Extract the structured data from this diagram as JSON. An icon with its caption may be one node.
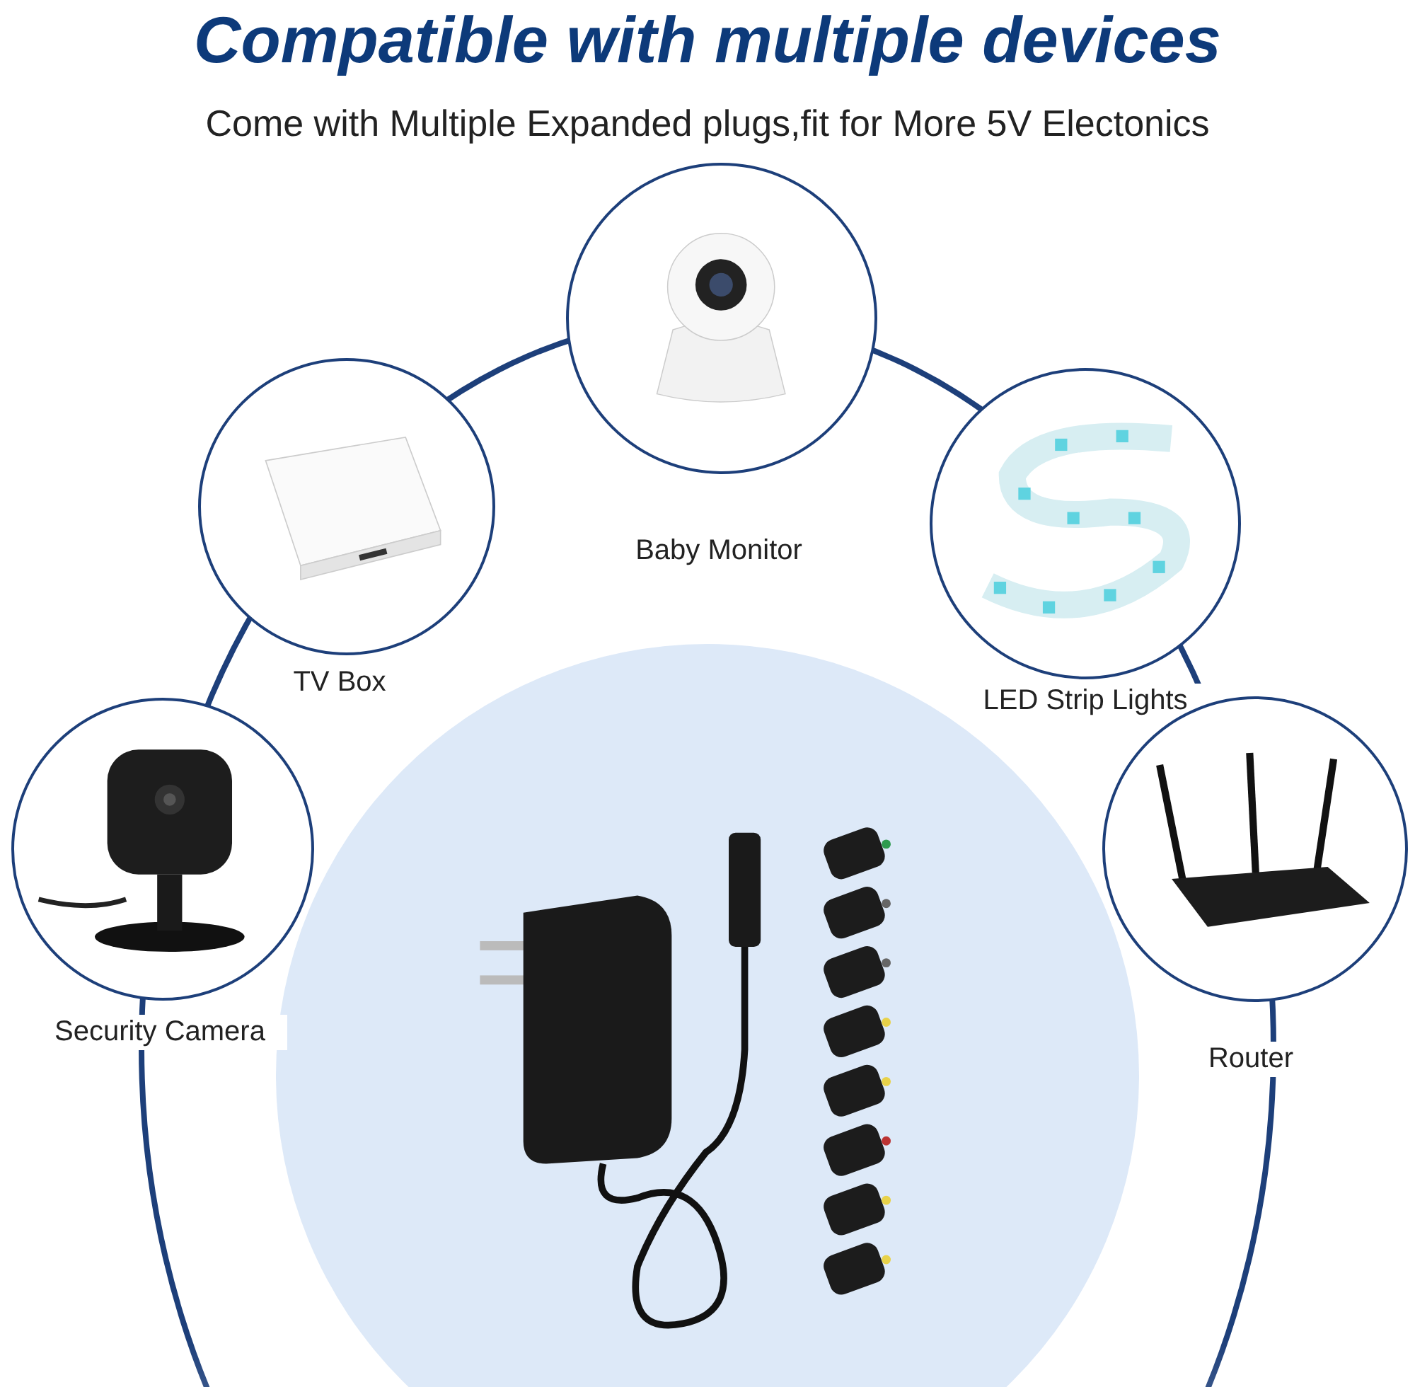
{
  "diagram": {
    "title": "Compatible with multiple devices",
    "nodes": [
      {
        "text": [],
        "shape": "picture",
        "beside": [
          "Baby Monitor"
        ]
      },
      {
        "text": [],
        "shape": "picture",
        "beside": [
          "TV Box"
        ]
      },
      {
        "text": [],
        "shape": "picture",
        "beside": [
          "LED Strip Lights"
        ]
      },
      {
        "text": [],
        "shape": "picture",
        "beside": [
          "Security Camera"
        ]
      },
      {
        "text": [],
        "shape": "picture",
        "beside": [
          "Router"
        ]
      },
      {
        "text": [],
        "shape": "picture"
      }
    ],
    "labels": [
      "Come with Multiple Expanded plugs,fit for More 5V Electonics"
    ]
  }
}
